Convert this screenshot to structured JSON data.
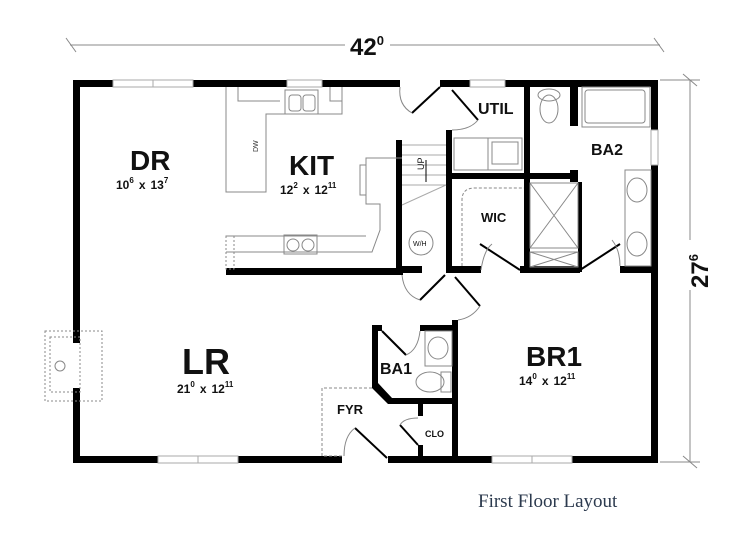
{
  "title": "First Floor Layout",
  "dimensions": {
    "width_main": "42",
    "width_sup": "0",
    "depth_main": "27",
    "depth_sup": "6"
  },
  "rooms": {
    "dr": {
      "label": "DR",
      "w": "10",
      "ws": "6",
      "h": "13",
      "hs": "7"
    },
    "kit": {
      "label": "KIT",
      "w": "12",
      "ws": "2",
      "h": "12",
      "hs": "11"
    },
    "lr": {
      "label": "LR",
      "w": "21",
      "ws": "0",
      "h": "12",
      "hs": "11"
    },
    "br1": {
      "label": "BR1",
      "w": "14",
      "ws": "0",
      "h": "12",
      "hs": "11"
    },
    "ba1": {
      "label": "BA1"
    },
    "ba2": {
      "label": "BA2"
    },
    "util": {
      "label": "UTIL"
    },
    "wic": {
      "label": "WIC"
    },
    "fyr": {
      "label": "FYR"
    },
    "clo": {
      "label": "CLO"
    }
  },
  "fixtures": {
    "dw": "DW",
    "up": "UP",
    "wh": "W/H"
  },
  "x_sep": "x"
}
